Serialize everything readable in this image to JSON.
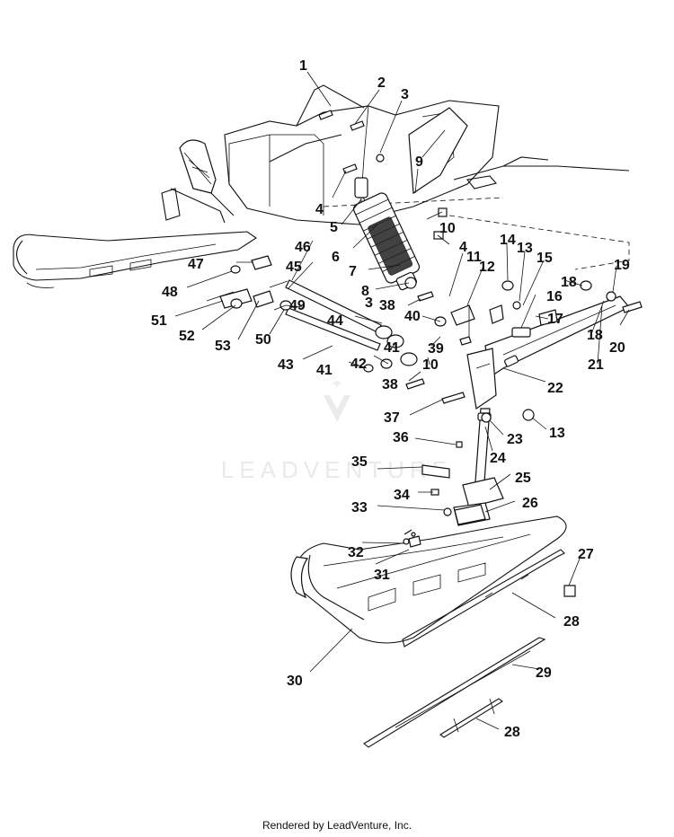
{
  "watermark": {
    "text": "LEADVENTURE"
  },
  "footer": {
    "text": "Rendered by LeadVenture, Inc."
  },
  "callouts": {
    "c1": "1",
    "c2": "2",
    "c3a": "3",
    "c3b": "3",
    "c4a": "4",
    "c4b": "4",
    "c5": "5",
    "c6": "6",
    "c7": "7",
    "c8": "8",
    "c9": "9",
    "c10a": "10",
    "c10b": "10",
    "c11": "11",
    "c12": "12",
    "c13a": "13",
    "c13b": "13",
    "c14": "14",
    "c15": "15",
    "c16": "16",
    "c17": "17",
    "c18a": "18",
    "c18b": "18",
    "c19": "19",
    "c20": "20",
    "c21": "21",
    "c22": "22",
    "c23": "23",
    "c24": "24",
    "c25": "25",
    "c26": "26",
    "c27": "27",
    "c28a": "28",
    "c28b": "28",
    "c29": "29",
    "c30": "30",
    "c31": "31",
    "c32": "32",
    "c33": "33",
    "c34": "34",
    "c35": "35",
    "c36": "36",
    "c37": "37",
    "c38a": "38",
    "c38b": "38",
    "c39": "39",
    "c40": "40",
    "c41a": "41",
    "c41b": "41",
    "c42": "42",
    "c43": "43",
    "c44": "44",
    "c45": "45",
    "c46": "46",
    "c47": "47",
    "c48": "48",
    "c49": "49",
    "c50": "50",
    "c51": "51",
    "c52": "52",
    "c53": "53"
  }
}
